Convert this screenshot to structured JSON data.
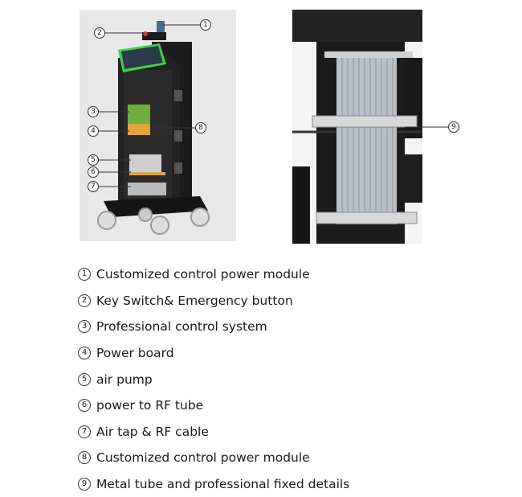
{
  "legend": [
    {
      "num": "1",
      "label": "Customized control power module"
    },
    {
      "num": "2",
      "label": "Key Switch& Emergency button"
    },
    {
      "num": "3",
      "label": "Professional control system"
    },
    {
      "num": "4",
      "label": "Power board"
    },
    {
      "num": "5",
      "label": "air pump"
    },
    {
      "num": "6",
      "label": "power to RF tube"
    },
    {
      "num": "7",
      "label": "Air tap & RF cable"
    },
    {
      "num": "8",
      "label": "Customized control power module"
    },
    {
      "num": "9",
      "label": "Metal tube and professional fixed details"
    }
  ],
  "callouts_left": [
    "1",
    "2",
    "3",
    "4",
    "5",
    "6",
    "7",
    "8"
  ],
  "callouts_right": [
    "9"
  ],
  "colors": {
    "frame": "#1c1c1c",
    "accent_green": "#3fd14a",
    "screen": "#2c3a4a",
    "board_green": "#6fae3a",
    "board_orange": "#e6a23a",
    "tube": "#b9c0c8"
  }
}
